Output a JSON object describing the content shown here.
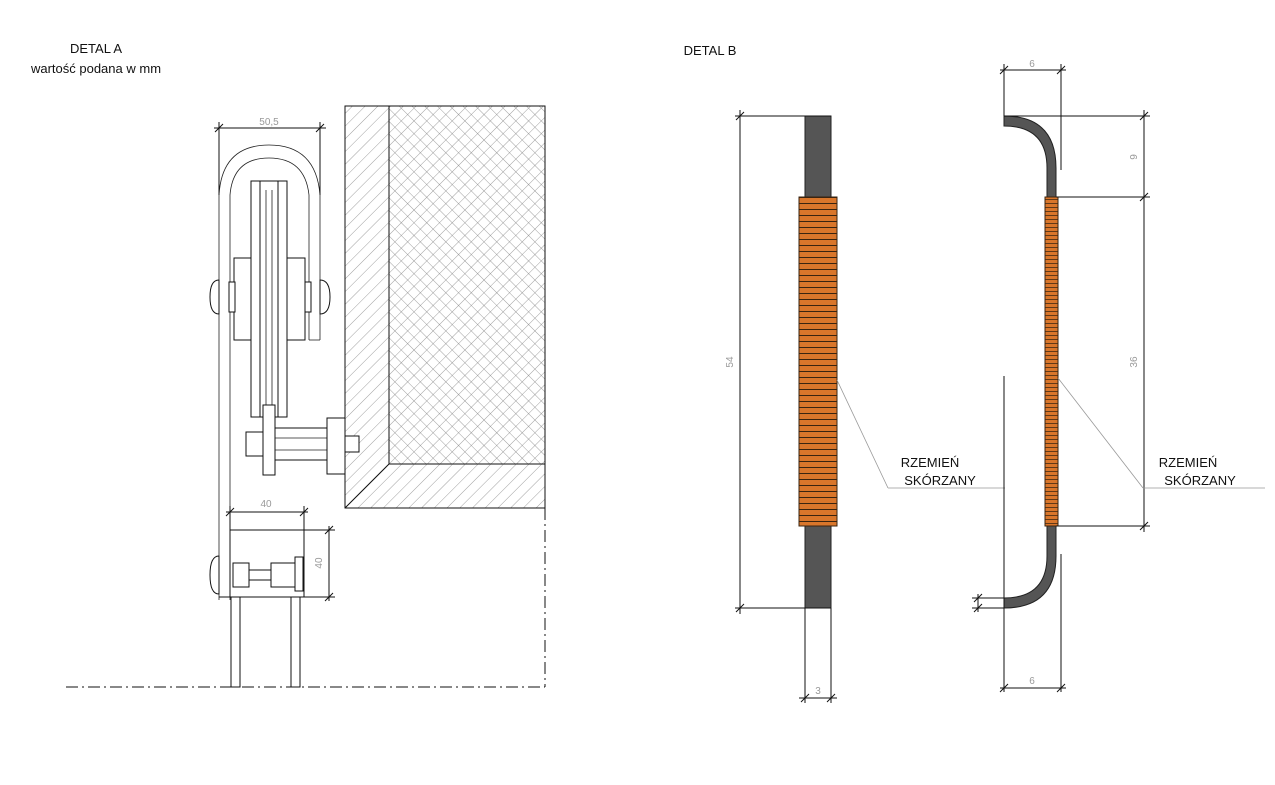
{
  "detail_a": {
    "title": "DETAL A",
    "subtitle": "wartość podana w mm",
    "dim_width_top": "50,5",
    "dim_width_bottom": "40",
    "dim_height": "40"
  },
  "detail_b": {
    "title": "DETAL B",
    "front": {
      "dim_height": "54",
      "dim_width": "3",
      "label_line1": "RZEMIEŃ",
      "label_line2": "SKÓRZANY"
    },
    "side": {
      "dim_top_width": "6",
      "dim_top_height": "9",
      "dim_mid_height": "36",
      "dim_bottom_width": "6",
      "label_line1": "RZEMIEŃ",
      "label_line2": "SKÓRZANY"
    }
  },
  "colors": {
    "leather": "#d9762b",
    "steel": "#555555",
    "line": "#111111",
    "dim": "#999999"
  }
}
